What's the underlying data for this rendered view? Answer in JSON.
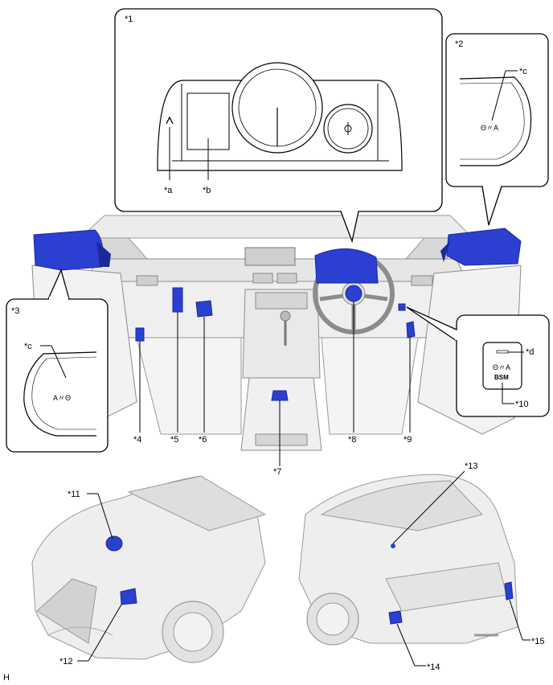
{
  "labels": {
    "c1": "*1",
    "c2": "*2",
    "c3": "*3",
    "c4": "*4",
    "c5": "*5",
    "c6": "*6",
    "c7": "*7",
    "c8": "*8",
    "c9": "*9",
    "c10": "*10",
    "c11": "*11",
    "c12": "*12",
    "c13": "*13",
    "c14": "*14",
    "c15": "*15",
    "a": "*a",
    "b": "*b",
    "c_right": "*c",
    "c_left": "*c",
    "d": "*d"
  },
  "bsm_switch_text": "BSM",
  "indicator_glyph_right": "Θ〃A",
  "indicator_glyph_left": "A〃Θ",
  "indicator_glyph_switch": "Θ〃A",
  "footer_code": "H",
  "colors": {
    "highlight": "#2b3fd0",
    "highlight_dark": "#1a2a9c",
    "line": "#000000",
    "car_body": "#eeeeee",
    "car_shade": "#c9c9c9"
  }
}
